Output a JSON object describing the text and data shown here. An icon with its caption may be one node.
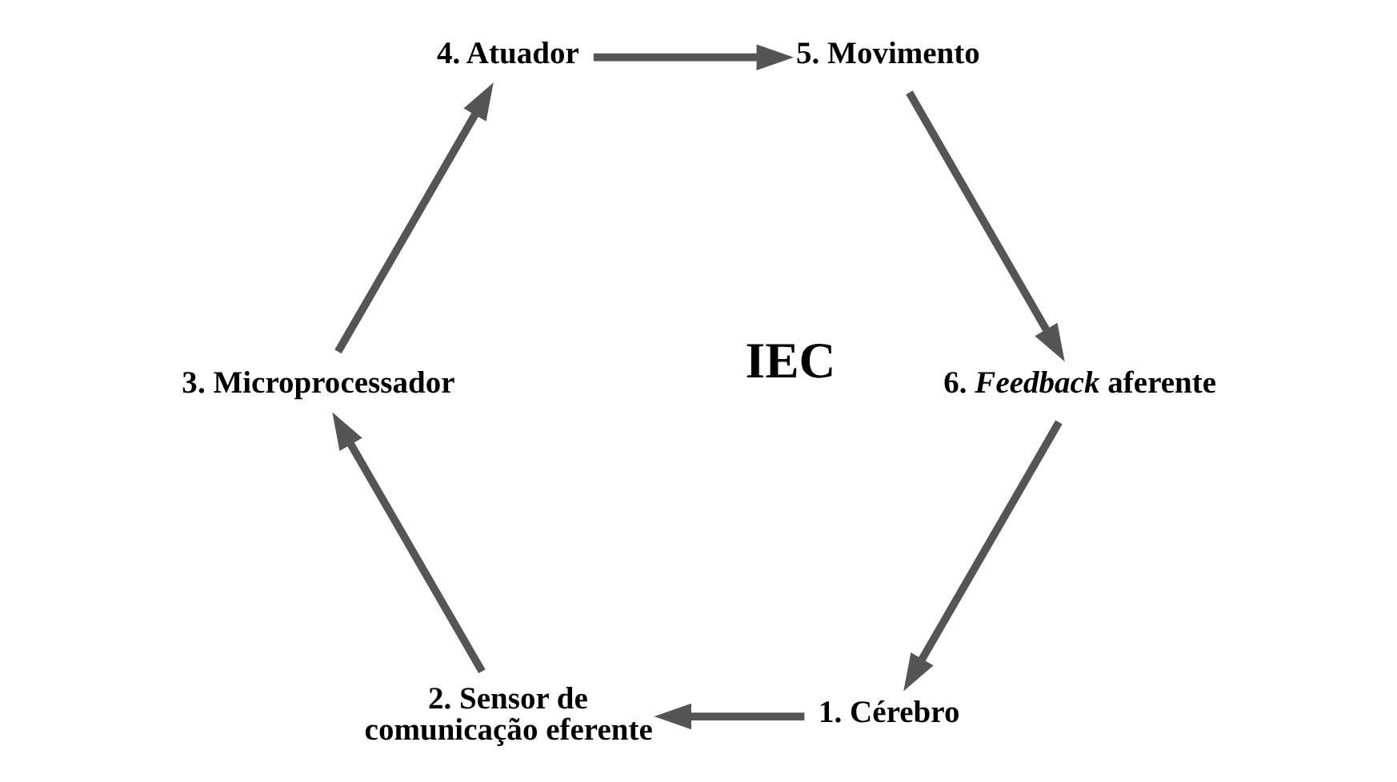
{
  "diagram": {
    "nodes": [
      {
        "text": [
          "1. Cérebro"
        ]
      },
      {
        "text": [
          "2. Sensor de comunicação eferente"
        ]
      },
      {
        "text": [
          "3. Microprocessador"
        ]
      },
      {
        "text": [
          "4. Atuador"
        ]
      },
      {
        "text": [
          "5. Movimento"
        ]
      },
      {
        "text": [
          "6. *Feedback* aferente"
        ]
      }
    ],
    "edges": [
      {
        "from": 0,
        "to": 1,
        "arrow": "to"
      },
      {
        "from": 1,
        "to": 2,
        "arrow": "to"
      },
      {
        "from": 2,
        "to": 3,
        "arrow": "to"
      },
      {
        "from": 3,
        "to": 4,
        "arrow": "to"
      },
      {
        "from": 4,
        "to": 5,
        "arrow": "to"
      },
      {
        "from": 5,
        "to": 0,
        "arrow": "to"
      }
    ],
    "labels": [
      "IEC"
    ]
  }
}
